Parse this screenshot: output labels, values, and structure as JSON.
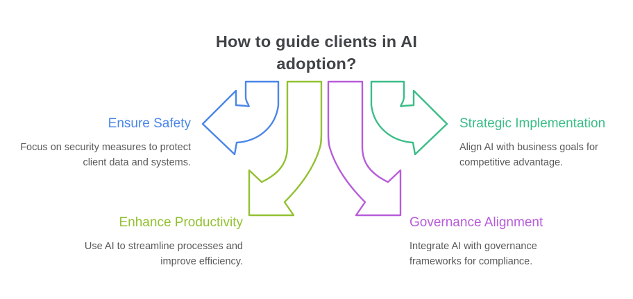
{
  "title": {
    "line1": "How to guide clients in AI",
    "line2": "adoption?",
    "color": "#404347"
  },
  "description_color": "#595959",
  "background": "#ffffff",
  "items": [
    {
      "id": "ensure-safety",
      "label": "Ensure Safety",
      "desc_lines": [
        "Focus on security measures to protect",
        "client data and systems."
      ],
      "color": "#4a86e8",
      "arrow_direction": "left"
    },
    {
      "id": "strategic-implementation",
      "label": "Strategic Implementation",
      "desc_lines": [
        "Align AI with business goals for",
        "competitive advantage."
      ],
      "color": "#3abd87",
      "arrow_direction": "right"
    },
    {
      "id": "enhance-productivity",
      "label": "Enhance Productivity",
      "desc_lines": [
        "Use AI to streamline processes and",
        "improve efficiency."
      ],
      "color": "#92c131",
      "arrow_direction": "down-left"
    },
    {
      "id": "governance-alignment",
      "label": "Governance Alignment",
      "desc_lines": [
        "Integrate AI with governance",
        "frameworks for compliance."
      ],
      "color": "#b75cd9",
      "arrow_direction": "down-right"
    }
  ]
}
